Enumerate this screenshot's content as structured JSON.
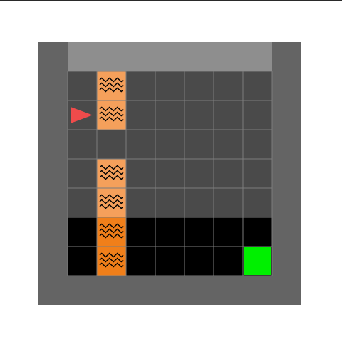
{
  "env": {
    "grid": {
      "cols": 7,
      "rows": 7
    },
    "colors": {
      "outer_wall": "#646464",
      "lit_floor": "#4a4a4a",
      "dark_floor": "#000000",
      "fog_strip": "#8e8e8e",
      "grid_line": "#7c7c7c",
      "lava_lit": "#f5a05b",
      "lava_dark": "#f07f1a",
      "wave": "#000000",
      "agent": "#f04b4b",
      "goal": "#00f000"
    },
    "lava_cells": [
      {
        "col": 1,
        "row": 0
      },
      {
        "col": 1,
        "row": 1
      },
      {
        "col": 1,
        "row": 3
      },
      {
        "col": 1,
        "row": 4
      },
      {
        "col": 1,
        "row": 5
      },
      {
        "col": 1,
        "row": 6
      }
    ],
    "dark_rows": [
      5,
      6
    ],
    "agent": {
      "col": 0,
      "row": 1,
      "direction": "right",
      "icon": "triangle-agent-icon"
    },
    "goal": {
      "col": 6,
      "row": 6,
      "icon": "goal-square-icon"
    },
    "lava_icon": "wave-lava-icon"
  }
}
